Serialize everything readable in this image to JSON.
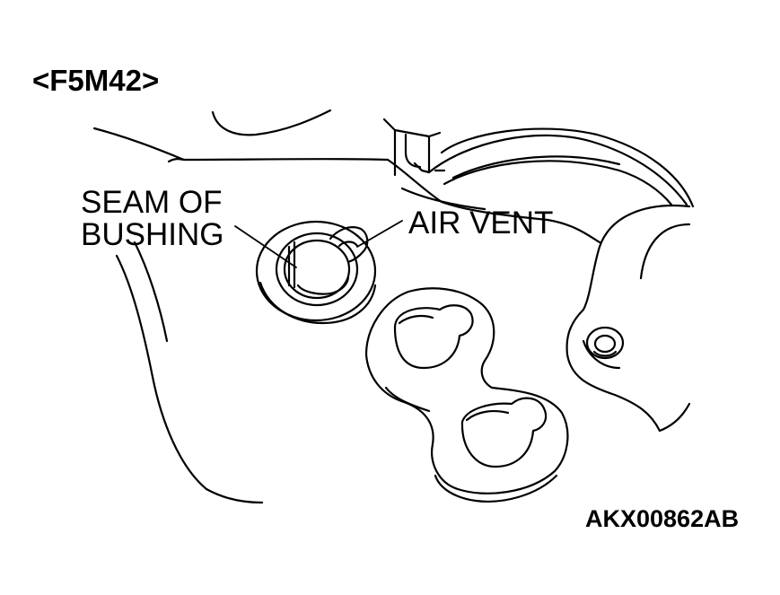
{
  "header": {
    "model_code": "<F5M42>"
  },
  "callouts": {
    "seam_of_bushing_line1": "SEAM OF",
    "seam_of_bushing_line2": "BUSHING",
    "air_vent": "AIR VENT"
  },
  "figure": {
    "id": "AKX00862AB"
  },
  "colors": {
    "ink": "#000000",
    "background": "#ffffff"
  }
}
